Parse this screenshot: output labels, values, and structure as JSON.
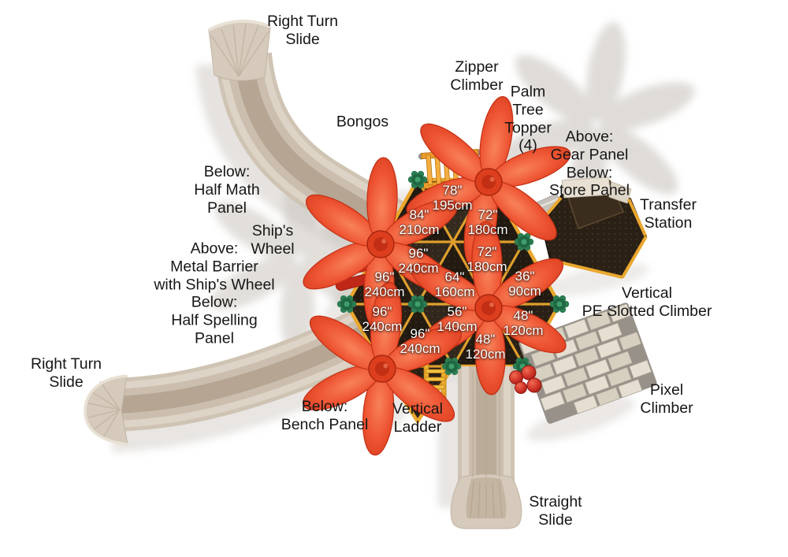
{
  "labels": {
    "right_turn_slide_top": "Right Turn\nSlide",
    "zipper_climber": "Zipper\nClimber",
    "palm_tree_topper": "Palm\nTree\nTopper\n(4)",
    "bongos": "Bongos",
    "gear_store_panel": "Above:\nGear Panel\nBelow:\nStore Panel",
    "transfer_station": "Transfer\nStation",
    "half_math_panel": "Below:\nHalf Math\nPanel",
    "ships_wheel": "Ship's\nWheel",
    "metal_barrier": "Above:\nMetal Barrier\nwith Ship's Wheel\nBelow:\nHalf Spelling\nPanel",
    "vertical_pe_slotted_climber": "Vertical\nPE Slotted Climber",
    "right_turn_slide_bottom": "Right Turn\nSlide",
    "bench_panel": "Below:\nBench Panel",
    "vertical_ladder": "Vertical\nLadder",
    "pixel_climber": "Pixel\nClimber",
    "straight_slide": "Straight\nSlide"
  },
  "deck_heights": [
    {
      "in": "78\"",
      "cm": "195cm"
    },
    {
      "in": "84\"",
      "cm": "210cm"
    },
    {
      "in": "72\"",
      "cm": "180cm"
    },
    {
      "in": "72\"",
      "cm": "180cm"
    },
    {
      "in": "96\"",
      "cm": "240cm"
    },
    {
      "in": "96\"",
      "cm": "240cm"
    },
    {
      "in": "64\"",
      "cm": "160cm"
    },
    {
      "in": "36\"",
      "cm": "90cm"
    },
    {
      "in": "96\"",
      "cm": "240cm"
    },
    {
      "in": "56\"",
      "cm": "140cm"
    },
    {
      "in": "48\"",
      "cm": "120cm"
    },
    {
      "in": "96\"",
      "cm": "240cm"
    },
    {
      "in": "48\"",
      "cm": "120cm"
    }
  ],
  "colors": {
    "deck": "#2a2015",
    "beam_yellow": "#eaa72e",
    "topper_orange": "#ee5533",
    "connector_green": "#2c7d52",
    "slide_tan": "#d9cfc2",
    "label_text": "#161616",
    "measurement_text": "#ffffff"
  }
}
